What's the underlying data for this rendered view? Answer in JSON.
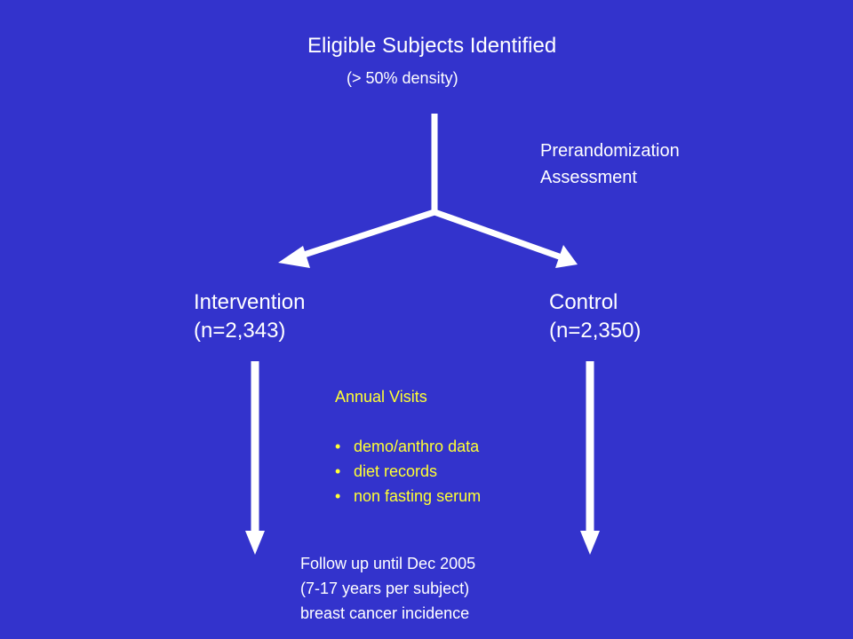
{
  "title": "Eligible Subjects Identified",
  "subtitle": "(> 50% density)",
  "prerandomization": {
    "line1": "Prerandomization",
    "line2": "Assessment"
  },
  "arms": {
    "intervention": {
      "label": "Intervention",
      "count": "(n=2,343)"
    },
    "control": {
      "label": "Control",
      "count": "(n=2,350)"
    }
  },
  "annual_visits": {
    "heading": "Annual Visits",
    "bullet": "•",
    "items": [
      "demo/anthro data",
      "diet records",
      "non fasting serum"
    ]
  },
  "followup": {
    "line1": "Follow up until Dec 2005",
    "line2": "(7-17 years per subject)",
    "line3": "breast cancer incidence"
  },
  "colors": {
    "background": "#3333cc",
    "text": "#ffffff",
    "highlight": "#ffff33",
    "arrows": "#ffffff"
  }
}
